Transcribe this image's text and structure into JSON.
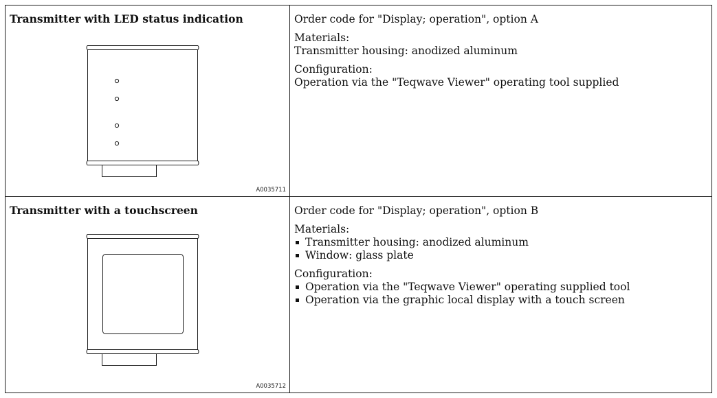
{
  "rows": [
    {
      "heading": "Transmitter with LED status indication",
      "drawing_code": "A0035711",
      "order_code": "Order code for \"Display; operation\", option A",
      "materials_title": "Materials:",
      "materials_text": "Transmitter housing: anodized aluminum",
      "config_title": "Configuration:",
      "config_text": "Operation via the \"Teqwave Viewer\" operating tool supplied"
    },
    {
      "heading": "Transmitter with a touchscreen",
      "drawing_code": "A0035712",
      "order_code": "Order code for \"Display; operation\", option B",
      "materials_title": "Materials:",
      "materials_items": [
        "Transmitter housing: anodized aluminum",
        "Window: glass plate"
      ],
      "config_title": "Configuration:",
      "config_items": [
        "Operation via the \"Teqwave Viewer\" operating supplied tool",
        "Operation via the graphic local display with a touch screen"
      ]
    }
  ]
}
